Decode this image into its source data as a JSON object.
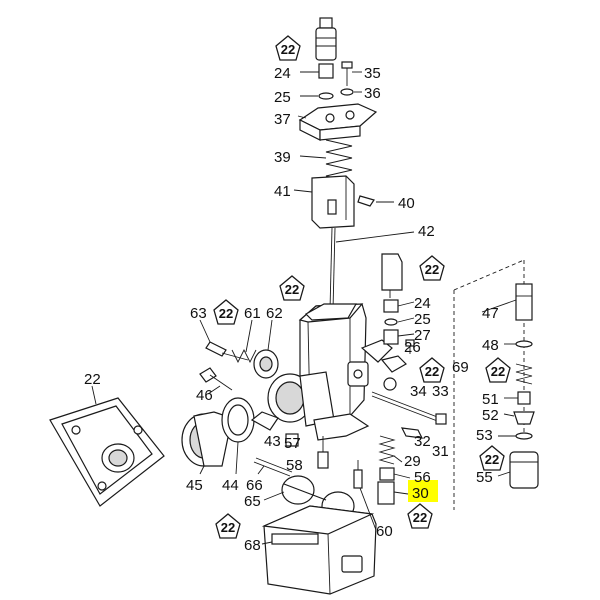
{
  "labels": {
    "l24a": "24",
    "l35": "35",
    "l25a": "25",
    "l36": "36",
    "l37": "37",
    "l39": "39",
    "l41": "41",
    "l40": "40",
    "l42": "42",
    "l63": "63",
    "l61": "61",
    "l62": "62",
    "l24b": "24",
    "l25b": "25",
    "l27": "27",
    "l26": "26",
    "l47": "47",
    "l48": "48",
    "l69": "69",
    "l46": "46",
    "l34": "34",
    "l33": "33",
    "l51": "51",
    "l52": "52",
    "l53": "53",
    "l32": "32",
    "l31": "31",
    "l29": "29",
    "l56": "56",
    "l30": "30",
    "l55": "55",
    "l43": "43",
    "l57": "57",
    "l58": "58",
    "l45": "45",
    "l44": "44",
    "l66": "66",
    "l65": "65",
    "l60": "60",
    "l68": "68",
    "l22": "22"
  },
  "pentagon_label": "22",
  "highlight": {
    "label": "30",
    "color": "#ffff00"
  }
}
